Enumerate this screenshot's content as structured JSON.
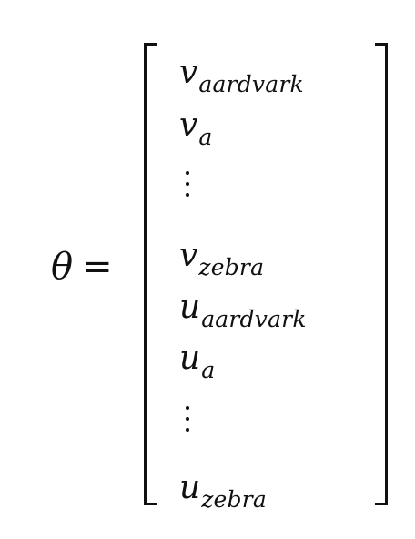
{
  "equation": {
    "lhs": {
      "symbol": "θ",
      "operator": "="
    },
    "vector": {
      "entries": [
        {
          "base": "v",
          "subscript": "aardvark"
        },
        {
          "base": "v",
          "subscript": "a"
        },
        {
          "ellipsis": "⋮"
        },
        {
          "base": "v",
          "subscript": "zebra"
        },
        {
          "base": "u",
          "subscript": "aardvark"
        },
        {
          "base": "u",
          "subscript": "a"
        },
        {
          "ellipsis": "⋮"
        },
        {
          "base": "u",
          "subscript": "zebra"
        }
      ]
    }
  }
}
